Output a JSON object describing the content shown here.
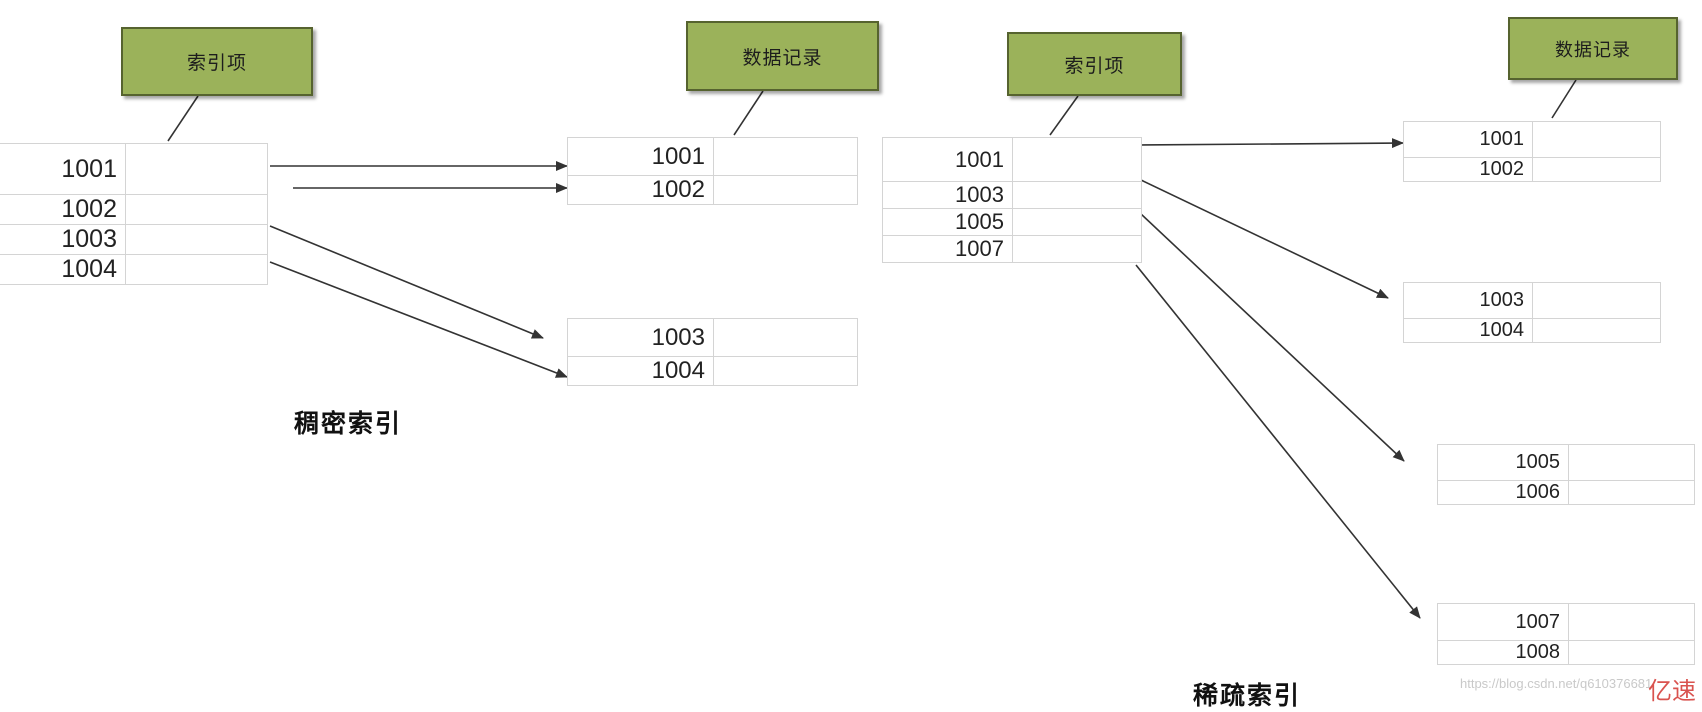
{
  "dense": {
    "index_label": "索引项",
    "records_label": "数据记录",
    "caption": "稠密索引",
    "index_items": [
      "1001",
      "1002",
      "1003",
      "1004"
    ],
    "record_groups": [
      [
        "1001",
        "1002"
      ],
      [
        "1003",
        "1004"
      ]
    ]
  },
  "sparse": {
    "index_label": "索引项",
    "records_label": "数据记录",
    "caption": "稀疏索引",
    "index_items": [
      "1001",
      "1003",
      "1005",
      "1007"
    ],
    "record_groups": [
      [
        "1001",
        "1002"
      ],
      [
        "1003",
        "1004"
      ],
      [
        "1005",
        "1006"
      ],
      [
        "1007",
        "1008"
      ]
    ]
  },
  "watermark": "https://blog.csdn.net/q610376681",
  "logo_text": "亿速"
}
